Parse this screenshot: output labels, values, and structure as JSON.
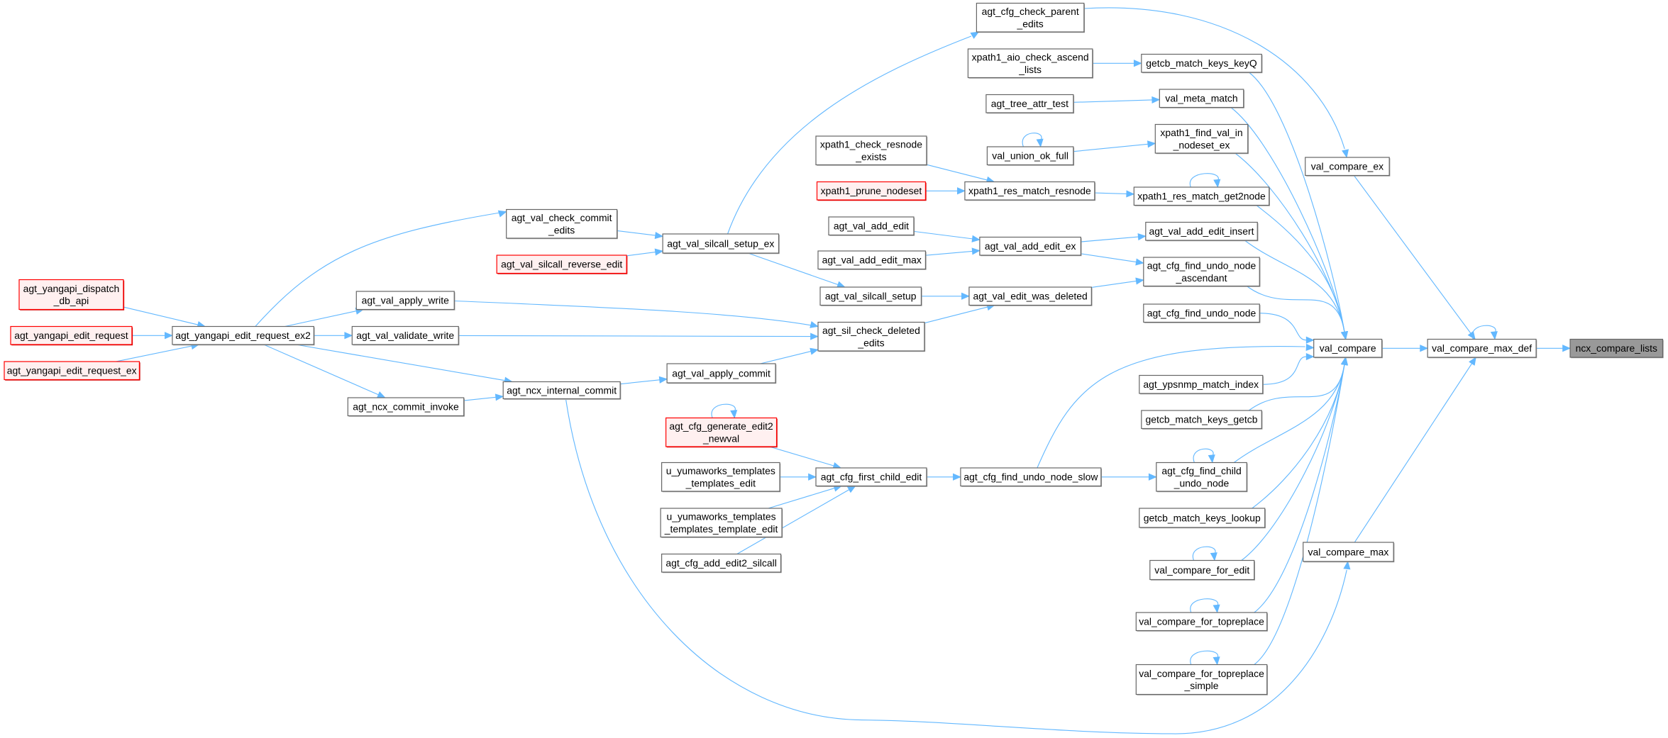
{
  "graph": {
    "title": "ncx_compare_lists caller graph",
    "colors": {
      "edge": "#63b8ff",
      "node_border": "#666666",
      "truncated_border": "#ff0000",
      "truncated_fill": "#fff0f0",
      "focus_fill": "#999999"
    },
    "nodes": [
      {
        "id": "ncx_compare_lists",
        "lines": [
          "ncx_compare_lists"
        ],
        "style": "focus"
      },
      {
        "id": "val_compare_max_def",
        "lines": [
          "val_compare_max_def"
        ],
        "style": "normal"
      },
      {
        "id": "val_compare",
        "lines": [
          "val_compare"
        ],
        "style": "normal"
      },
      {
        "id": "val_compare_ex",
        "lines": [
          "val_compare_ex"
        ],
        "style": "normal"
      },
      {
        "id": "val_compare_max",
        "lines": [
          "val_compare_max"
        ],
        "style": "normal"
      },
      {
        "id": "agt_cfg_check_parent_edits",
        "lines": [
          "agt_cfg_check_parent",
          "_edits"
        ],
        "style": "normal"
      },
      {
        "id": "xpath1_aio_check_ascend_lists",
        "lines": [
          "xpath1_aio_check_ascend",
          "_lists"
        ],
        "style": "normal"
      },
      {
        "id": "getcb_match_keys_keyQ",
        "lines": [
          "getcb_match_keys_keyQ"
        ],
        "style": "normal"
      },
      {
        "id": "agt_tree_attr_test",
        "lines": [
          "agt_tree_attr_test"
        ],
        "style": "normal"
      },
      {
        "id": "val_meta_match",
        "lines": [
          "val_meta_match"
        ],
        "style": "normal"
      },
      {
        "id": "val_union_ok_full",
        "lines": [
          "val_union_ok_full"
        ],
        "style": "normal"
      },
      {
        "id": "xpath1_find_val_in_nodeset_ex",
        "lines": [
          "xpath1_find_val_in",
          "_nodeset_ex"
        ],
        "style": "normal"
      },
      {
        "id": "xpath1_check_resnode_exists",
        "lines": [
          "xpath1_check_resnode",
          "_exists"
        ],
        "style": "normal"
      },
      {
        "id": "xpath1_prune_nodeset",
        "lines": [
          "xpath1_prune_nodeset"
        ],
        "style": "red"
      },
      {
        "id": "xpath1_res_match_resnode",
        "lines": [
          "xpath1_res_match_resnode"
        ],
        "style": "normal"
      },
      {
        "id": "xpath1_res_match_get2node",
        "lines": [
          "xpath1_res_match_get2node"
        ],
        "style": "normal"
      },
      {
        "id": "agt_val_add_edit",
        "lines": [
          "agt_val_add_edit"
        ],
        "style": "normal"
      },
      {
        "id": "agt_val_add_edit_ex",
        "lines": [
          "agt_val_add_edit_ex"
        ],
        "style": "normal"
      },
      {
        "id": "agt_val_add_edit_max",
        "lines": [
          "agt_val_add_edit_max"
        ],
        "style": "normal"
      },
      {
        "id": "agt_val_add_edit_insert",
        "lines": [
          "agt_val_add_edit_insert"
        ],
        "style": "normal"
      },
      {
        "id": "agt_cfg_find_undo_node_ascendant",
        "lines": [
          "agt_cfg_find_undo_node",
          "_ascendant"
        ],
        "style": "normal"
      },
      {
        "id": "agt_val_silcall_setup",
        "lines": [
          "agt_val_silcall_setup"
        ],
        "style": "normal"
      },
      {
        "id": "agt_val_edit_was_deleted",
        "lines": [
          "agt_val_edit_was_deleted"
        ],
        "style": "normal"
      },
      {
        "id": "agt_cfg_find_undo_node",
        "lines": [
          "agt_cfg_find_undo_node"
        ],
        "style": "normal"
      },
      {
        "id": "agt_ypsnmp_match_index",
        "lines": [
          "agt_ypsnmp_match_index"
        ],
        "style": "normal"
      },
      {
        "id": "getcb_match_keys_getcb",
        "lines": [
          "getcb_match_keys_getcb"
        ],
        "style": "normal"
      },
      {
        "id": "agt_cfg_find_child_undo_node",
        "lines": [
          "agt_cfg_find_child",
          "_undo_node"
        ],
        "style": "normal"
      },
      {
        "id": "getcb_match_keys_lookup",
        "lines": [
          "getcb_match_keys_lookup"
        ],
        "style": "normal"
      },
      {
        "id": "val_compare_for_edit",
        "lines": [
          "val_compare_for_edit"
        ],
        "style": "normal"
      },
      {
        "id": "val_compare_for_topreplace",
        "lines": [
          "val_compare_for_topreplace"
        ],
        "style": "normal"
      },
      {
        "id": "val_compare_for_topreplace_simple",
        "lines": [
          "val_compare_for_topreplace",
          "_simple"
        ],
        "style": "normal"
      },
      {
        "id": "agt_cfg_find_undo_node_slow",
        "lines": [
          "agt_cfg_find_undo_node_slow"
        ],
        "style": "normal"
      },
      {
        "id": "agt_cfg_first_child_edit",
        "lines": [
          "agt_cfg_first_child_edit"
        ],
        "style": "normal"
      },
      {
        "id": "agt_cfg_generate_edit2_newval",
        "lines": [
          "agt_cfg_generate_edit2",
          "_newval"
        ],
        "style": "red"
      },
      {
        "id": "u_yumaworks_templates_templates_edit",
        "lines": [
          "u_yumaworks_templates",
          "_templates_edit"
        ],
        "style": "normal"
      },
      {
        "id": "u_yumaworks_templates_templates_template_edit",
        "lines": [
          "u_yumaworks_templates",
          "_templates_template_edit"
        ],
        "style": "normal"
      },
      {
        "id": "agt_cfg_add_edit2_silcall",
        "lines": [
          "agt_cfg_add_edit2_silcall"
        ],
        "style": "normal"
      },
      {
        "id": "agt_sil_check_deleted_edits",
        "lines": [
          "agt_sil_check_deleted",
          "_edits"
        ],
        "style": "normal"
      },
      {
        "id": "agt_val_silcall_setup_ex",
        "lines": [
          "agt_val_silcall_setup_ex"
        ],
        "style": "normal"
      },
      {
        "id": "agt_val_check_commit_edits",
        "lines": [
          "agt_val_check_commit",
          "_edits"
        ],
        "style": "normal"
      },
      {
        "id": "agt_val_silcall_reverse_edit",
        "lines": [
          "agt_val_silcall_reverse_edit"
        ],
        "style": "red"
      },
      {
        "id": "agt_val_apply_write",
        "lines": [
          "agt_val_apply_write"
        ],
        "style": "normal"
      },
      {
        "id": "agt_val_validate_write",
        "lines": [
          "agt_val_validate_write"
        ],
        "style": "normal"
      },
      {
        "id": "agt_val_apply_commit",
        "lines": [
          "agt_val_apply_commit"
        ],
        "style": "normal"
      },
      {
        "id": "agt_ncx_internal_commit",
        "lines": [
          "agt_ncx_internal_commit"
        ],
        "style": "normal"
      },
      {
        "id": "agt_ncx_commit_invoke",
        "lines": [
          "agt_ncx_commit_invoke"
        ],
        "style": "normal"
      },
      {
        "id": "agt_yangapi_edit_request_ex2",
        "lines": [
          "agt_yangapi_edit_request_ex2"
        ],
        "style": "normal"
      },
      {
        "id": "agt_yangapi_dispatch_db_api",
        "lines": [
          "agt_yangapi_dispatch",
          "_db_api"
        ],
        "style": "red"
      },
      {
        "id": "agt_yangapi_edit_request",
        "lines": [
          "agt_yangapi_edit_request"
        ],
        "style": "red"
      },
      {
        "id": "agt_yangapi_edit_request_ex",
        "lines": [
          "agt_yangapi_edit_request_ex"
        ],
        "style": "red"
      }
    ],
    "edges": [
      [
        "val_compare_max_def",
        "ncx_compare_lists"
      ],
      [
        "val_compare_max_def",
        "val_compare_max_def"
      ],
      [
        "val_compare",
        "val_compare_max_def"
      ],
      [
        "val_compare_ex",
        "val_compare_max_def"
      ],
      [
        "val_compare_max",
        "val_compare_max_def"
      ],
      [
        "agt_cfg_check_parent_edits",
        "val_compare_ex"
      ],
      [
        "getcb_match_keys_keyQ",
        "val_compare"
      ],
      [
        "val_meta_match",
        "val_compare"
      ],
      [
        "xpath1_find_val_in_nodeset_ex",
        "val_compare"
      ],
      [
        "xpath1_res_match_get2node",
        "val_compare"
      ],
      [
        "agt_val_add_edit_insert",
        "val_compare"
      ],
      [
        "agt_cfg_find_undo_node_ascendant",
        "val_compare"
      ],
      [
        "agt_cfg_find_undo_node",
        "val_compare"
      ],
      [
        "agt_ypsnmp_match_index",
        "val_compare"
      ],
      [
        "getcb_match_keys_getcb",
        "val_compare"
      ],
      [
        "agt_cfg_find_child_undo_node",
        "val_compare"
      ],
      [
        "getcb_match_keys_lookup",
        "val_compare"
      ],
      [
        "val_compare_for_edit",
        "val_compare"
      ],
      [
        "val_compare_for_topreplace",
        "val_compare"
      ],
      [
        "val_compare_for_topreplace_simple",
        "val_compare"
      ],
      [
        "agt_cfg_find_undo_node_slow",
        "val_compare"
      ],
      [
        "xpath1_aio_check_ascend_lists",
        "getcb_match_keys_keyQ"
      ],
      [
        "agt_tree_attr_test",
        "val_meta_match"
      ],
      [
        "val_union_ok_full",
        "xpath1_find_val_in_nodeset_ex"
      ],
      [
        "val_union_ok_full",
        "val_union_ok_full"
      ],
      [
        "xpath1_res_match_resnode",
        "xpath1_res_match_get2node"
      ],
      [
        "xpath1_res_match_get2node",
        "xpath1_res_match_get2node"
      ],
      [
        "xpath1_check_resnode_exists",
        "xpath1_res_match_resnode"
      ],
      [
        "xpath1_prune_nodeset",
        "xpath1_res_match_resnode"
      ],
      [
        "agt_val_add_edit_ex",
        "agt_val_add_edit_insert"
      ],
      [
        "agt_val_add_edit_ex",
        "agt_cfg_find_undo_node_ascendant"
      ],
      [
        "agt_val_edit_was_deleted",
        "agt_cfg_find_undo_node_ascendant"
      ],
      [
        "agt_val_add_edit",
        "agt_val_add_edit_ex"
      ],
      [
        "agt_val_add_edit_max",
        "agt_val_add_edit_ex"
      ],
      [
        "agt_val_silcall_setup",
        "agt_val_edit_was_deleted"
      ],
      [
        "agt_sil_check_deleted_edits",
        "agt_val_edit_was_deleted"
      ],
      [
        "agt_cfg_find_undo_node_slow",
        "agt_cfg_find_child_undo_node"
      ],
      [
        "agt_cfg_find_child_undo_node",
        "agt_cfg_find_child_undo_node"
      ],
      [
        "val_compare_for_edit",
        "val_compare_for_edit"
      ],
      [
        "val_compare_for_topreplace",
        "val_compare_for_topreplace"
      ],
      [
        "val_compare_for_topreplace_simple",
        "val_compare_for_topreplace_simple"
      ],
      [
        "agt_cfg_first_child_edit",
        "agt_cfg_find_undo_node_slow"
      ],
      [
        "agt_cfg_generate_edit2_newval",
        "agt_cfg_first_child_edit"
      ],
      [
        "agt_cfg_generate_edit2_newval",
        "agt_cfg_generate_edit2_newval"
      ],
      [
        "u_yumaworks_templates_templates_edit",
        "agt_cfg_first_child_edit"
      ],
      [
        "u_yumaworks_templates_templates_template_edit",
        "agt_cfg_first_child_edit"
      ],
      [
        "agt_cfg_add_edit2_silcall",
        "agt_cfg_first_child_edit"
      ],
      [
        "agt_val_silcall_setup_ex",
        "agt_cfg_check_parent_edits"
      ],
      [
        "agt_val_silcall_setup_ex",
        "agt_val_silcall_setup"
      ],
      [
        "agt_val_check_commit_edits",
        "agt_val_silcall_setup_ex"
      ],
      [
        "agt_val_silcall_reverse_edit",
        "agt_val_silcall_setup_ex"
      ],
      [
        "agt_val_apply_write",
        "agt_sil_check_deleted_edits"
      ],
      [
        "agt_val_validate_write",
        "agt_sil_check_deleted_edits"
      ],
      [
        "agt_val_apply_commit",
        "agt_sil_check_deleted_edits"
      ],
      [
        "agt_ncx_internal_commit",
        "agt_val_apply_commit"
      ],
      [
        "agt_ncx_internal_commit",
        "val_compare_max"
      ],
      [
        "agt_ncx_commit_invoke",
        "agt_ncx_internal_commit"
      ],
      [
        "agt_yangapi_edit_request_ex2",
        "agt_val_check_commit_edits"
      ],
      [
        "agt_yangapi_edit_request_ex2",
        "agt_val_apply_write"
      ],
      [
        "agt_yangapi_edit_request_ex2",
        "agt_val_validate_write"
      ],
      [
        "agt_yangapi_edit_request_ex2",
        "agt_ncx_internal_commit"
      ],
      [
        "agt_yangapi_edit_request_ex2",
        "agt_ncx_commit_invoke"
      ],
      [
        "agt_yangapi_dispatch_db_api",
        "agt_yangapi_edit_request_ex2"
      ],
      [
        "agt_yangapi_edit_request",
        "agt_yangapi_edit_request_ex2"
      ],
      [
        "agt_yangapi_edit_request_ex",
        "agt_yangapi_edit_request_ex2"
      ]
    ]
  }
}
